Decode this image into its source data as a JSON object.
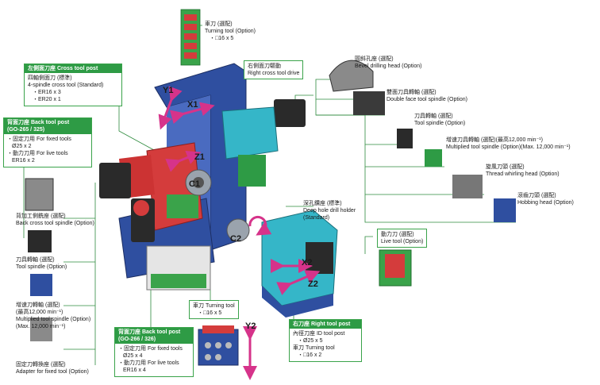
{
  "colors": {
    "callout_green": "#2e9b45",
    "leader_line": "#2e8b3e",
    "machine_blue": "#2f4fa0",
    "machine_red": "#d43c3c",
    "machine_cyan": "#35b6c8",
    "motor_black": "#2a2a2a",
    "arrow_magenta": "#d6338a"
  },
  "labels": {
    "turning_tool_top": {
      "zh": "車刀 (選配)",
      "en": "Turning tool (Option)",
      "spec": "・□16 x 5"
    },
    "left_cross_post": {
      "header": "左側面刀座 Cross tool post",
      "zh": "四軸側面刀 (標準)",
      "en": "4-spindle cross tool (Standard)",
      "items": [
        "・ER16 x 3",
        "・ER20 x 1"
      ]
    },
    "right_cross_drive": {
      "zh": "右側面刀驅動",
      "en": "Right cross tool drive"
    },
    "back_post_265": {
      "header": "背面刀座 Back tool post",
      "header2": "(GO-265 / 325)",
      "fixed_zh": "・固定刀用 For fixed tools",
      "fixed_spec": "Ø25 x 2",
      "live_zh": "・動力刀用 For live tools",
      "live_spec": "ER16 x 2"
    },
    "bevel_drilling": {
      "zh": "圓斜孔座 (選配)",
      "en": "Bevel drilling head (Option)"
    },
    "double_face": {
      "zh": "雙面刀具轉軸 (選配)",
      "en": "Double face tool spindle (Option)"
    },
    "tool_spindle_right": {
      "zh": "刀具轉軸 (選配)",
      "en": "Tool spindle (Option)"
    },
    "multiplied_right": {
      "zh": "增速刀具轉軸 (選配)(最高12,000 min⁻¹)",
      "en": "Multiplied tool spindle (Option)(Max. 12,000 min⁻¹)"
    },
    "thread_whirling": {
      "zh": "旋風刀頭 (選配)",
      "en": "Thread whirling head (Option)"
    },
    "hobbing": {
      "zh": "滾齒刀頭 (選配)",
      "en": "Hobbing head (Option)"
    },
    "back_cross_spindle": {
      "zh": "背加工側銑座 (選配)",
      "en": "Back cross tool spindle (Option)"
    },
    "tool_spindle_left": {
      "zh": "刀具轉軸 (選配)",
      "en": "Tool spindle (Option)"
    },
    "multiplied_left": {
      "zh": "增速刀轉軸 (選配)",
      "zh2": "(最高12,000 min⁻¹)",
      "en": "Multiplied tool spindle (Option)",
      "en2": "(Max. 12,000 min⁻¹)"
    },
    "adapter": {
      "zh": "固定刀轉換座 (選配)",
      "en": "Adapter for fixed tool (Option)"
    },
    "deep_hole": {
      "zh": "深孔鑽座 (標準)",
      "en": "Deep hole drill holder",
      "en2": "(Standard)"
    },
    "live_tool": {
      "zh": "動力刀 (選配)",
      "en": "Live tool (Option)"
    },
    "turning_tool_mid": {
      "zh": "車刀 Turning tool",
      "spec": "・□16 x 5"
    },
    "back_post_266": {
      "header": "背面刀座 Back tool post",
      "header2": "(GO-266 / 326)",
      "fixed_zh": "・固定刀用 For fixed tools",
      "fixed_spec": "Ø25 x 4",
      "live_zh": "・動力刀用 For live tools",
      "live_spec": "ER16 x 4"
    },
    "right_tool_post": {
      "header": "右刀座 Right tool post",
      "id_zh": "內徑刀座 ID tool post",
      "id_spec": "・Ø25 x 5",
      "turn_zh": "車刀 Turning tool",
      "turn_spec": "・□16 x 2"
    }
  },
  "axes": {
    "y1": "Y1",
    "x1": "X1",
    "z1": "Z1",
    "c1": "C1",
    "c2": "C2",
    "x2": "X2",
    "z2": "Z2",
    "y2": "Y2"
  }
}
